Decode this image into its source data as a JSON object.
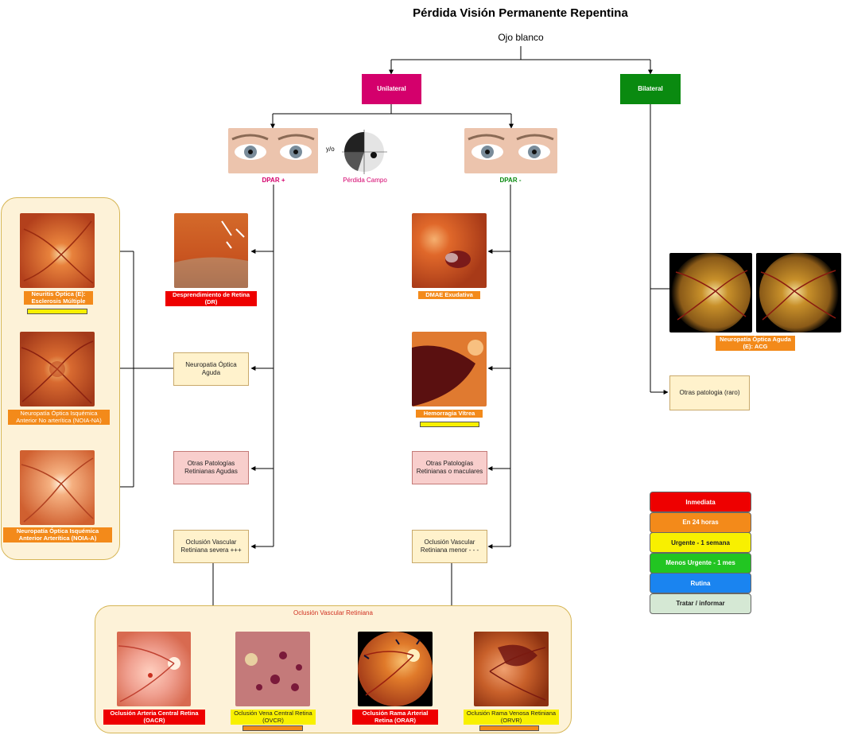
{
  "title": "Pérdida Visión Permanente Repentina",
  "subtitle": "Ojo blanco",
  "nodes": {
    "unilateral": "Unilateral",
    "bilateral": "Bilateral",
    "dpar_pos": "DPAR +",
    "dpar_neg": "DPAR -",
    "yo": "y/o",
    "perdida_campo": "Pérdida Campo",
    "neuropatia_aguda": "Neuropatia Óptica Aguda",
    "otras_agudas": "Otras Patologías Retinianas Agudas",
    "ovr_severa": "Oclusión Vascular Retiniana severa +++",
    "otras_maculares": "Otras Patologías Retinianas o maculares",
    "ovr_menor": "Oclusión Vascular Retiniana menor - - -",
    "otras_raro": "Otras patologia (raro)"
  },
  "labels": {
    "neuritis": "Neuritis Óptica (E): Esclerosis Múltiple",
    "noia_na": "Neuropatía Óptica Isquémica Anterior No arterítica (NOIA-NA)",
    "noia_a": "Neuropatía Óptica Isquémica Anterior Arterítica (NOIA-A)",
    "dr": "Desprendimiento de Retina (DR)",
    "dmae": "DMAE Exudativa",
    "hemorragia": "Hemorragia Vítrea",
    "neuropatia_bil": "Neuropatía Óptica Aguda (E): ACG",
    "panel_ovr_title": "Oclusión Vascular Retiniana",
    "oacr": "Oclusión Arteria Central Retina (OACR)",
    "ovcr": "Oclusión Vena Central Retina (OVCR)",
    "orar": "Oclusión Rama Arterial Retina (ORAR)",
    "orvr": "Oclusión Rama Venosa Retiniana (ORVR)"
  },
  "legend": [
    {
      "label": "Inmediata",
      "color": "#ee0000",
      "text_color": "#ffffff"
    },
    {
      "label": "En 24 horas",
      "color": "#f38a1a",
      "text_color": "#ffffff"
    },
    {
      "label": "Urgente - 1 semana",
      "color": "#f8f000",
      "text_color": "#222222"
    },
    {
      "label": "Menos Urgente - 1 mes",
      "color": "#22c522",
      "text_color": "#ffffff"
    },
    {
      "label": "Rutina",
      "color": "#1a84f0",
      "text_color": "#ffffff"
    },
    {
      "label": "Tratar / informar",
      "color": "#d5e8d4",
      "text_color": "#222222"
    }
  ],
  "colors": {
    "unilateral": "#d4006c",
    "bilateral": "#0a8a10",
    "dpar_pos": "#d4006c",
    "dpar_neg": "#0a8a10"
  }
}
